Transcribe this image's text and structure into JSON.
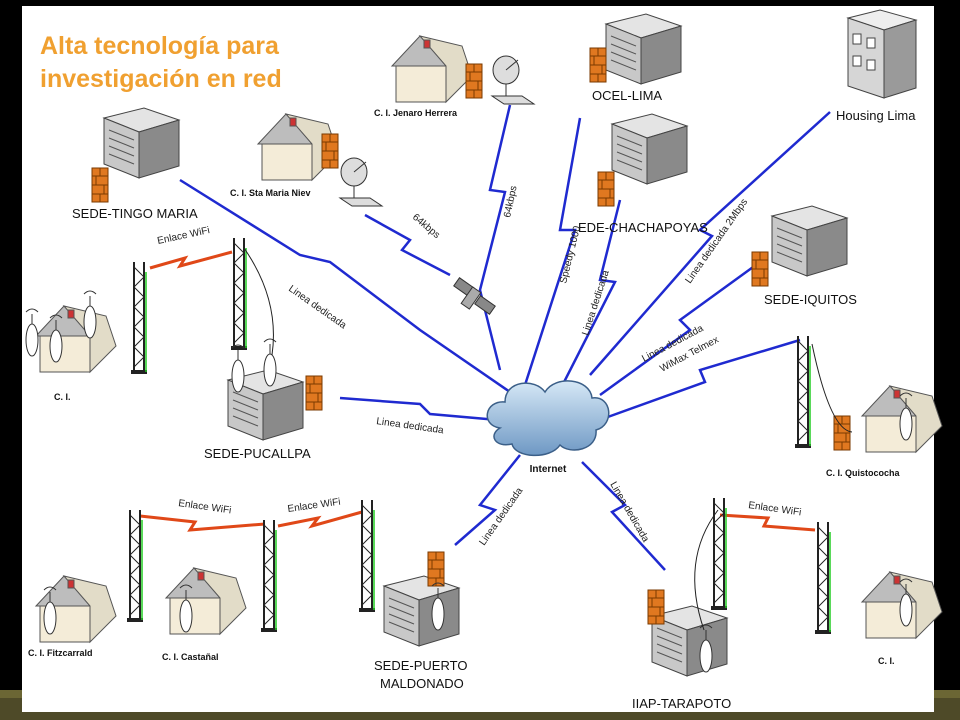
{
  "title": {
    "line1": "Alta tecnología para",
    "line2": "investigación en red"
  },
  "nodes": {
    "jenaro": "C. I. Jenaro Herrera",
    "ocel": "OCEL-LIMA",
    "housing": "Housing Lima",
    "santamaria": "C. I. Sta Maria Niev",
    "tingo": "SEDE-TINGO MARIA",
    "chachapoyas": "EDE-CHACHAPOYAS",
    "iquitos": "SEDE-IQUITOS",
    "ci_left": "C. I.",
    "pucallpa": "SEDE-PUCALLPA",
    "internet": "Internet",
    "quistococha": "C. I. Quistococha",
    "fitzcarrald": "C. I. Fitzcarrald",
    "castanal": "C. I. Castañal",
    "maldonado1": "SEDE-PUERTO",
    "maldonado2": "MALDONADO",
    "tarapoto": "IIAP-TARAPOTO",
    "ci_right": "C. I."
  },
  "links": {
    "wifi_top": "Enlace WiFi",
    "wifi_bl1": "Enlace WiFi",
    "wifi_bl2": "Enlace WiFi",
    "wifi_br": "Enlace WiFi",
    "dedicada_tingo": "Linea dedicada",
    "dedicada_pucallpa": "Linea dedicada",
    "dedicada_chacha": "Linea dedicada",
    "dedicada_housing": "Linea dedicada   2Mbps",
    "dedicada_iquitos": "Linea dedicada",
    "wimax": "WiMax Telmex",
    "dedicada_maldonado": "Linea dedicada",
    "dedicada_tarapoto": "Linea dedicada",
    "sat1": "64kbps",
    "sat2": "64kbps",
    "speedy": "Speedy 1000"
  },
  "colors": {
    "title": "#f0a030",
    "lightning": "#1f2ad0",
    "wifi": "#e04818",
    "firewall": "#e07820",
    "frame": "#4e4a28"
  }
}
